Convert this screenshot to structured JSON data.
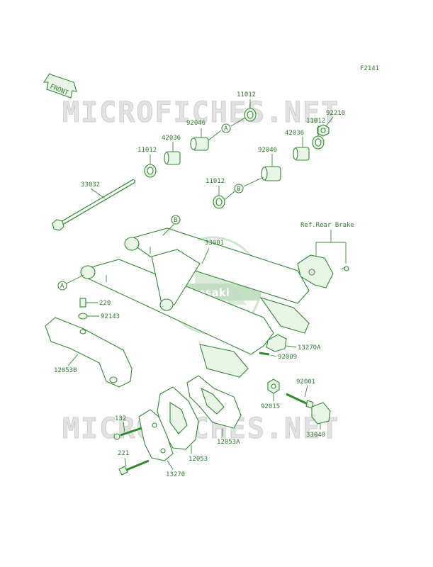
{
  "fig_code": "F2141",
  "front_label": "FRONT",
  "watermark": "MICROFICHES.NET",
  "brand": "Kawasaki",
  "ref_note": "Ref.Rear Brake",
  "callouts": {
    "a": "A",
    "b": "B"
  },
  "parts": {
    "p11012_top": "11012",
    "p92210": "92210",
    "p92046_top": "92046",
    "p11012_r1": "11012",
    "p42036_left": "42036",
    "p42036_right": "42036",
    "p11012_left": "11012",
    "p92046_mid": "92046",
    "p33032": "33032",
    "p11012_mid": "11012",
    "p33001": "33001",
    "p220": "220",
    "p92143": "92143",
    "p12053B": "12053B",
    "p13270A": "13270A",
    "p92009": "92009",
    "p92001": "92001",
    "p92015": "92015",
    "p33040": "33040",
    "p132": "132",
    "p12053A": "12053A",
    "p12053": "12053",
    "p221": "221",
    "p13270": "13270"
  },
  "colors": {
    "line": "#2f8a2f",
    "text": "#2b7a2b",
    "watermark": "#e2e2e2"
  }
}
